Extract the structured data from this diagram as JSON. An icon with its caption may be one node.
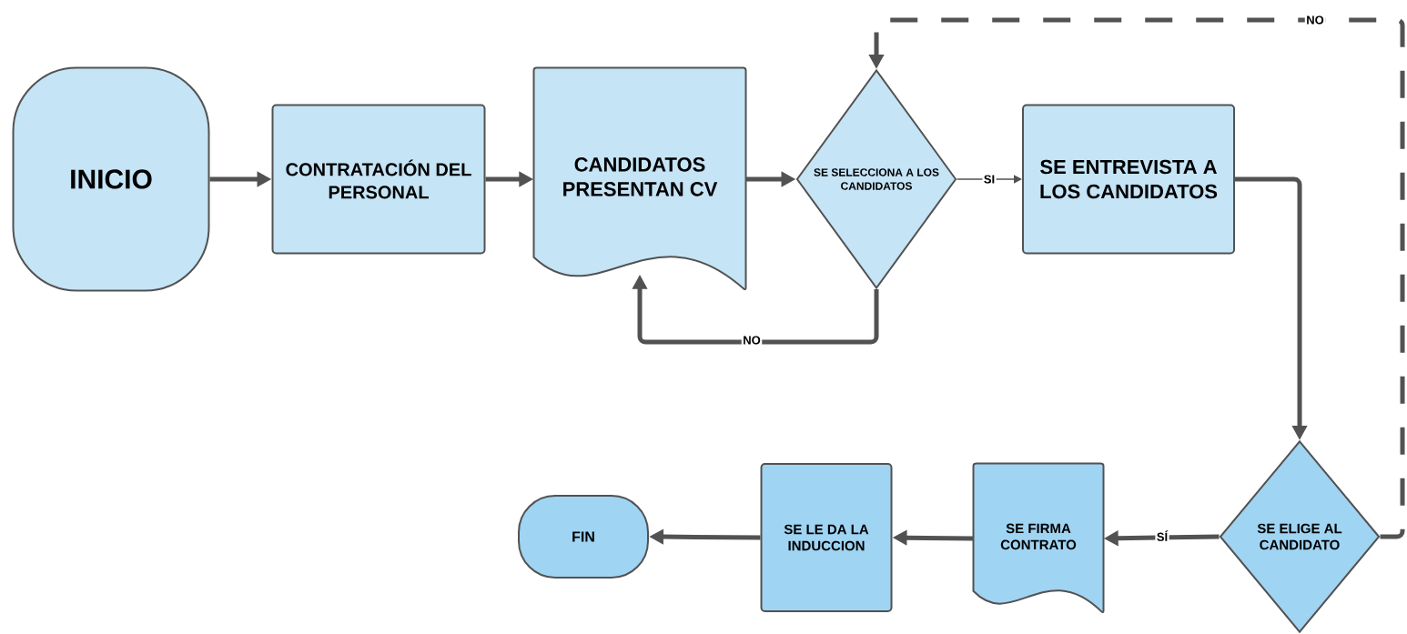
{
  "diagram": {
    "nodes": [
      {
        "text": [
          "INICIO"
        ]
      },
      {
        "text": [
          "CONTRATACIÓN DEL PERSONAL"
        ]
      },
      {
        "text": [
          "CANDIDATOS PRESENTAN CV"
        ]
      },
      {
        "text": [
          "SE SELECCIONA A LOS CANDIDATOS"
        ]
      },
      {
        "text": [
          "SE ENTREVISTA A LOS CANDIDATOS"
        ]
      },
      {
        "text": [
          "SE ELIGE AL CANDIDATO"
        ]
      },
      {
        "text": [
          "SE FIRMA CONTRATO"
        ]
      },
      {
        "text": [
          "SE LE DA LA INDUCCION"
        ]
      },
      {
        "text": [
          "FIN"
        ]
      }
    ],
    "edges": [
      {
        "from": 0,
        "to": 1,
        "arrow": "to"
      },
      {
        "from": 1,
        "to": 2,
        "arrow": "to"
      },
      {
        "from": 2,
        "to": 3,
        "arrow": "to"
      },
      {
        "from": 3,
        "to": 4,
        "arrow": "to",
        "label": "SI"
      },
      {
        "from": 3,
        "to": 2,
        "arrow": "to",
        "label": "NO"
      },
      {
        "from": 4,
        "to": 5,
        "arrow": "to"
      },
      {
        "from": 5,
        "to": 3,
        "arrow": "to",
        "label": "NO",
        "style": "dashed"
      },
      {
        "from": 5,
        "to": 6,
        "arrow": "to",
        "label": "SÍ"
      },
      {
        "from": 6,
        "to": 7,
        "arrow": "to"
      },
      {
        "from": 7,
        "to": 8,
        "arrow": "to"
      }
    ]
  }
}
